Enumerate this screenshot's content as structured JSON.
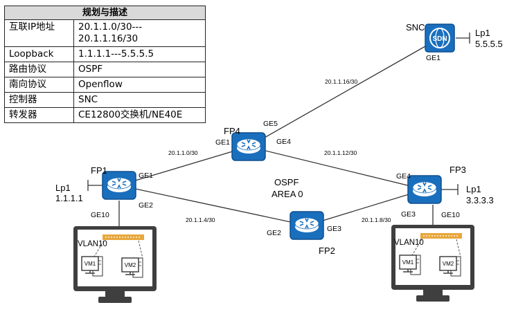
{
  "table": {
    "header": "规划与描述",
    "rows": [
      {
        "key": "互联IP地址",
        "value": "20.1.1.0/30---\n20.1.1.16/30"
      },
      {
        "key": "Loopback",
        "value": "1.1.1.1---5.5.5.5"
      },
      {
        "key": "路由协议",
        "value": "OSPF"
      },
      {
        "key": "南向协议",
        "value": "Openflow"
      },
      {
        "key": "控制器",
        "value": "SNC"
      },
      {
        "key": "转发器",
        "value": "CE12800交换机/NE40E"
      }
    ]
  },
  "devices": {
    "snc": {
      "name": "SNC",
      "logo": "SDN",
      "lp_label": "Lp1",
      "lp_ip": "5.5.5.5"
    },
    "fp1": {
      "name": "FP1",
      "lp_label": "Lp1",
      "lp_ip": "1.1.1.1"
    },
    "fp2": {
      "name": "FP2"
    },
    "fp3": {
      "name": "FP3",
      "lp_label": "Lp1",
      "lp_ip": "3.3.3.3"
    },
    "fp4": {
      "name": "FP4"
    }
  },
  "ports": {
    "snc_ge1": "GE1",
    "fp4_ge5": "GE5",
    "fp4_ge1": "GE1",
    "fp4_ge4": "GE4",
    "fp1_ge1": "GE1",
    "fp1_ge2": "GE2",
    "fp1_ge10": "GE10",
    "fp2_ge2": "GE2",
    "fp2_ge3": "GE3",
    "fp3_ge4": "GE4",
    "fp3_ge3": "GE3",
    "fp3_ge10": "GE10"
  },
  "links": {
    "snc_fp4": "20.1.1.16/30",
    "fp1_fp4": "20.1.1.0/30",
    "fp4_fp3": "20.1.1.12/30",
    "fp1_fp2": "20.1.1.4/30",
    "fp2_fp3": "20.1.1.8/30"
  },
  "ospf": {
    "line1": "OSPF",
    "line2": "AREA 0"
  },
  "sites": {
    "left": {
      "vlan": "VLAN10",
      "vm1": "VM1",
      "vm2": "VM2"
    },
    "right": {
      "vlan": "VLAN10",
      "vm1": "VM1",
      "vm2": "VM2"
    }
  },
  "colors": {
    "router": "#1a6fbd",
    "router_border": "#0d4f8f",
    "line": "#333333",
    "switch": "#e8a73c",
    "monitor_frame": "#3f3f3f"
  }
}
